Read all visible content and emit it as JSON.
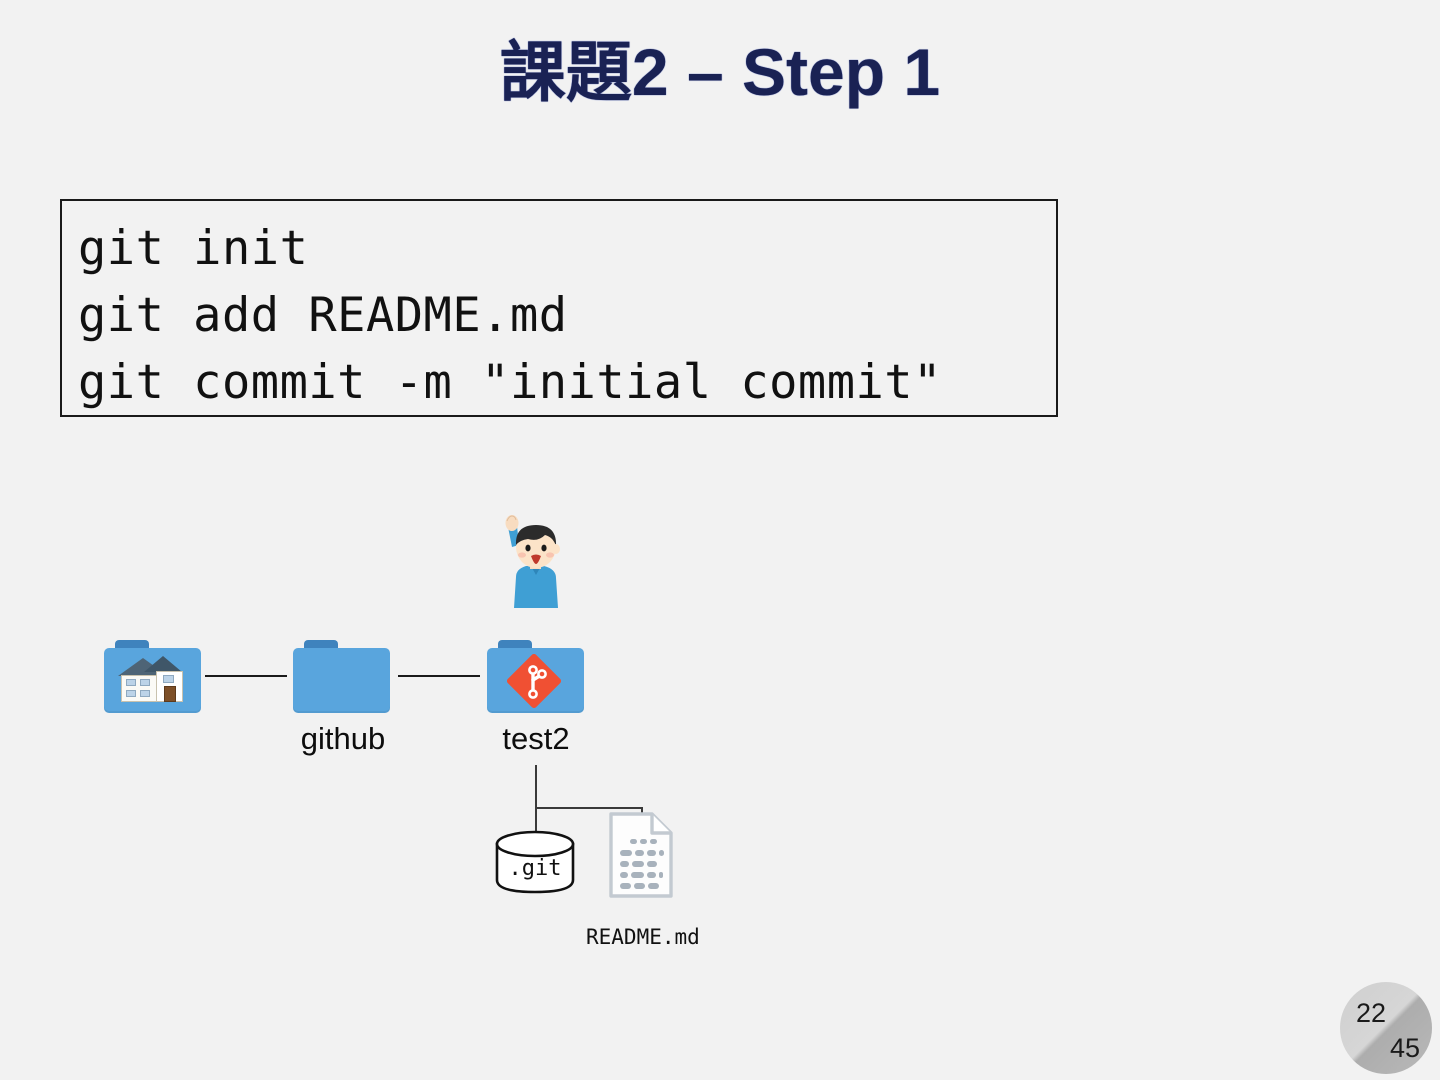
{
  "slide": {
    "title": "課題2 – Step 1",
    "background_color": "#f2f2f2",
    "title_color": "#1a2254"
  },
  "code_block": {
    "lines": [
      "git init",
      "git add README.md",
      "git commit -m \"initial commit\""
    ],
    "border_color": "#1a1a1a"
  },
  "diagram": {
    "folders": [
      {
        "name": "home-folder",
        "label": "",
        "icon": "house-icon",
        "color": "#59a5dd"
      },
      {
        "name": "github-folder",
        "label": "github",
        "icon": "plain-folder-icon",
        "color": "#59a5dd"
      },
      {
        "name": "test2-folder",
        "label": "test2",
        "icon": "git-logo-icon",
        "color": "#59a5dd",
        "accent_color": "#f05033"
      }
    ],
    "person": {
      "name": "person-raising-hand-illustration",
      "shirt_color": "#3f9fd4",
      "hair_color": "#2b2b2b"
    },
    "children": [
      {
        "name": "git-repo",
        "label": ".git",
        "icon": "database-cylinder-icon"
      },
      {
        "name": "readme-file",
        "label": "README.md",
        "icon": "document-icon"
      }
    ]
  },
  "page_badge": {
    "current": "22",
    "total": "45"
  }
}
